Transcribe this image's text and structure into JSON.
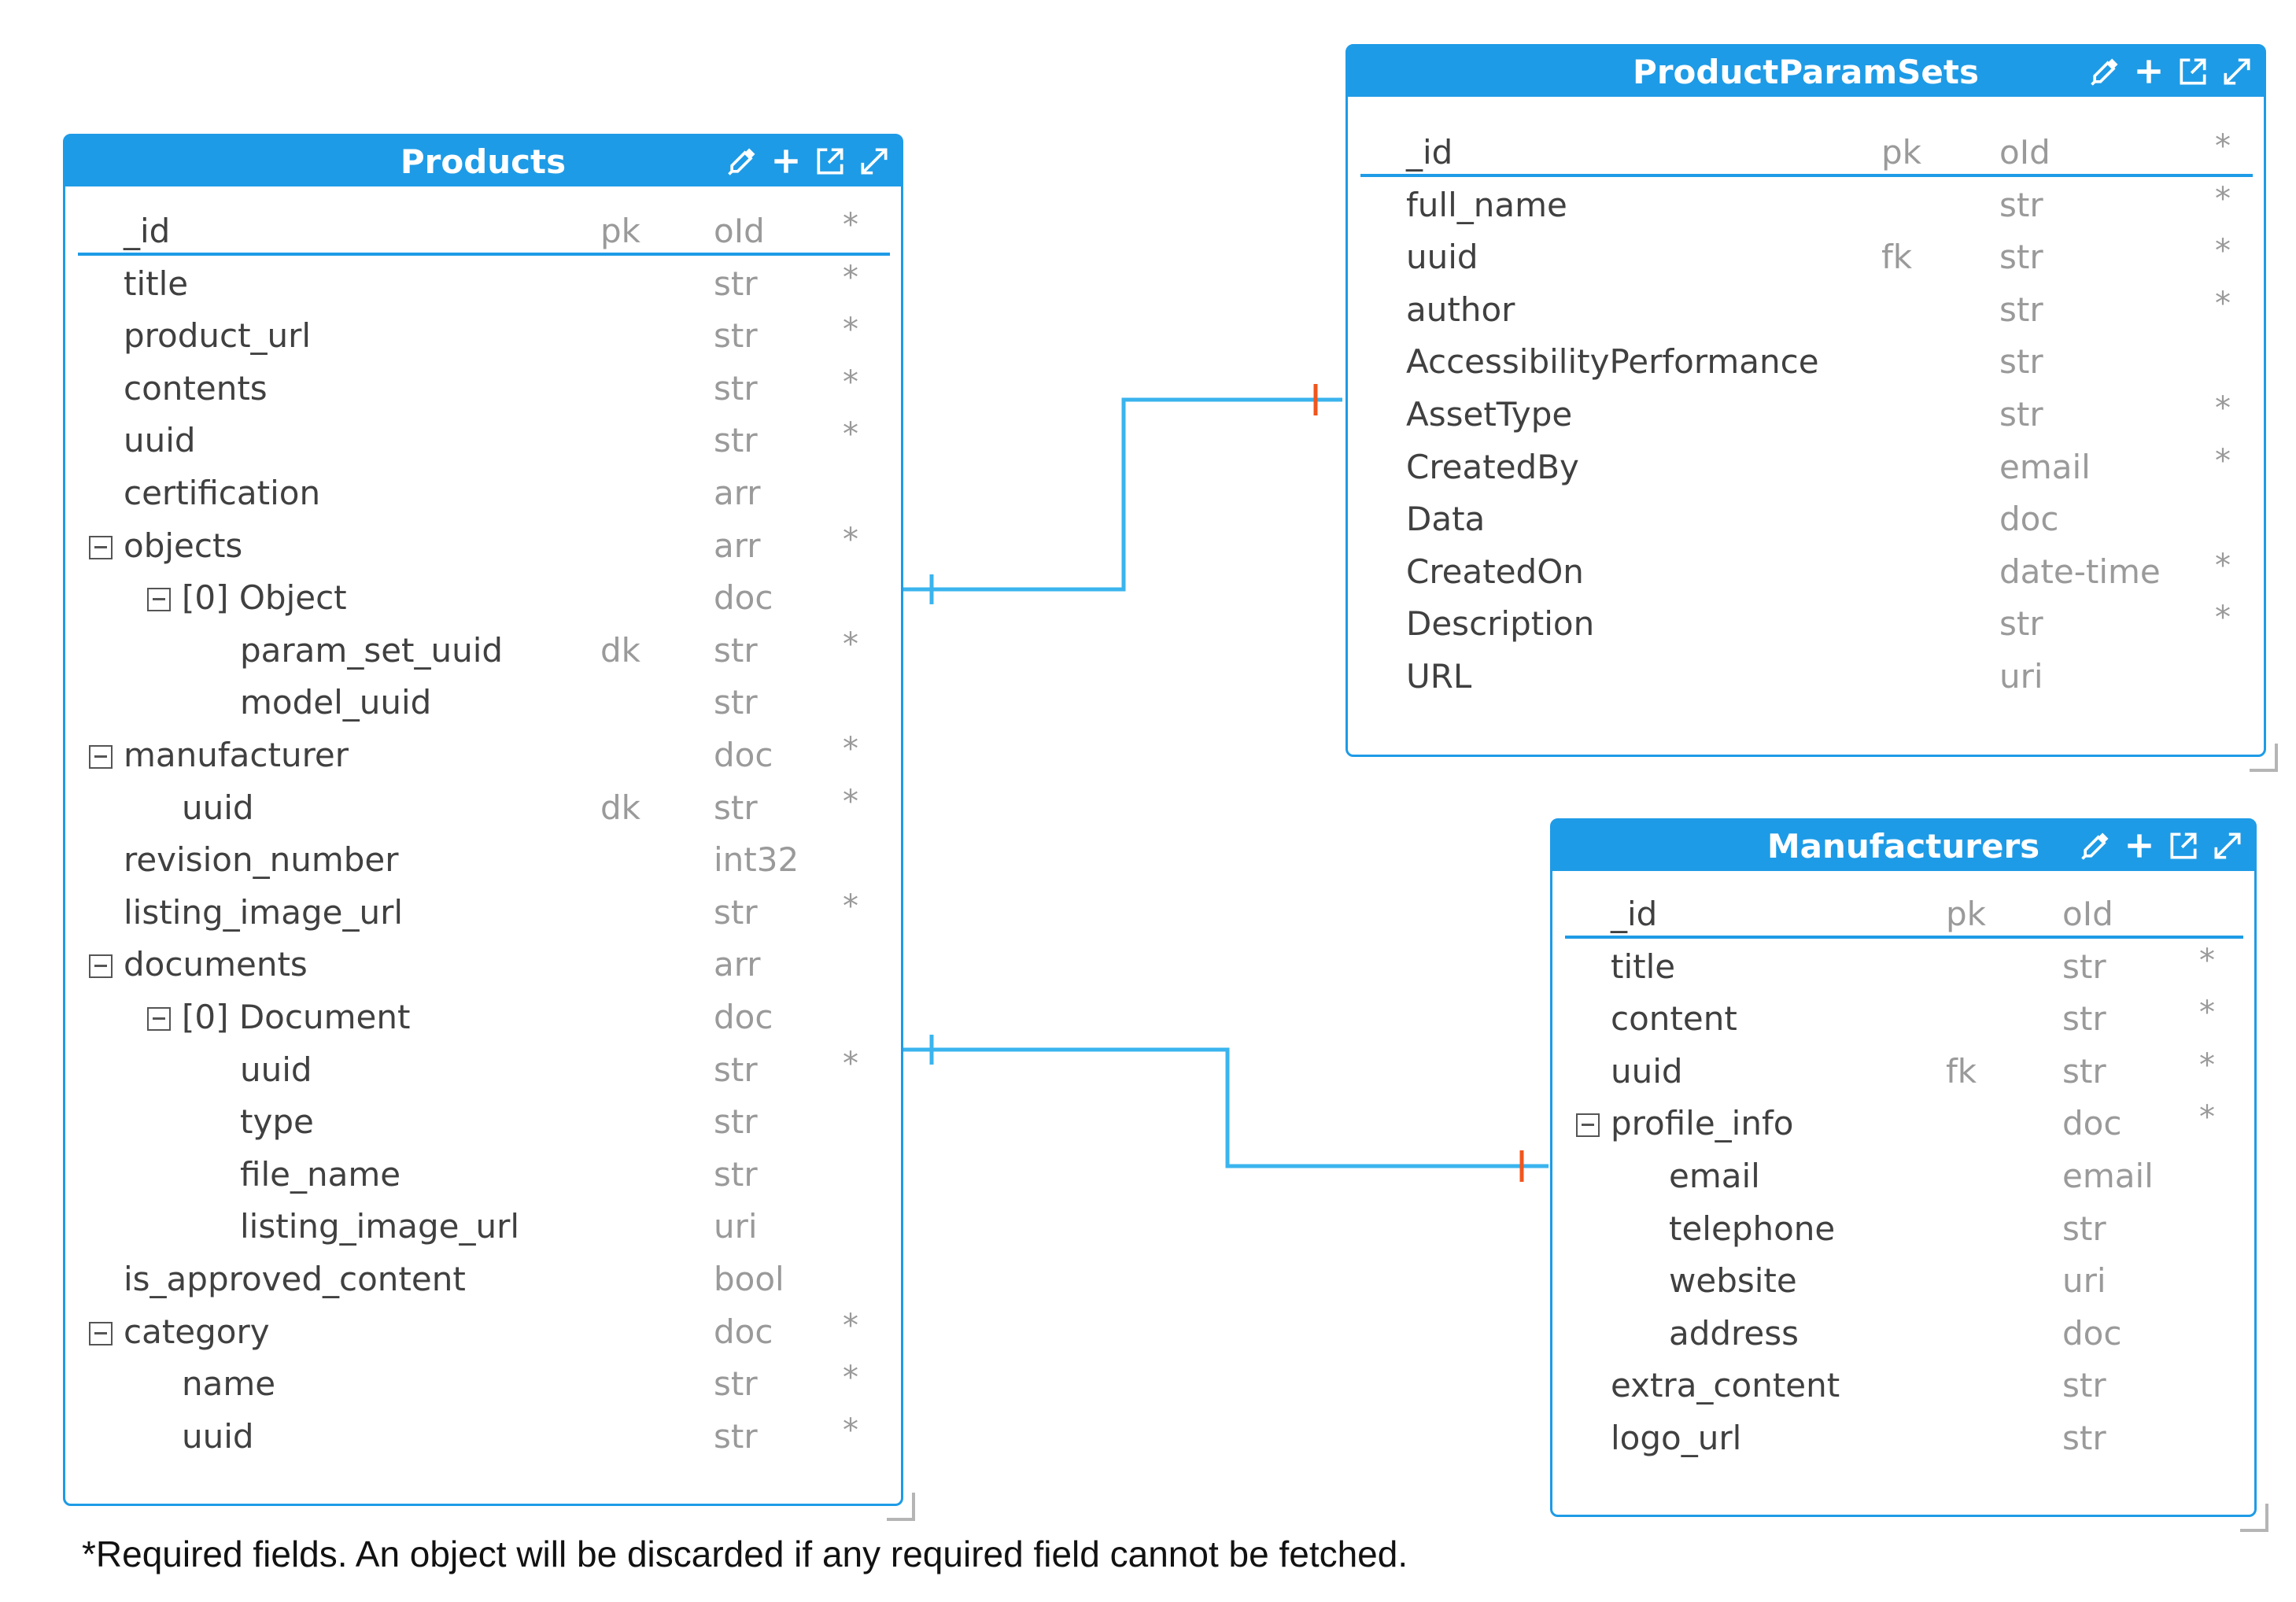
{
  "tables": [
    {
      "name": "Products",
      "fields": [
        {
          "name": "_id",
          "key": "pk",
          "type": "oId",
          "required": true,
          "level": 0
        },
        {
          "name": "title",
          "key": "",
          "type": "str",
          "required": true,
          "level": 0
        },
        {
          "name": "product_url",
          "key": "",
          "type": "str",
          "required": true,
          "level": 0
        },
        {
          "name": "contents",
          "key": "",
          "type": "str",
          "required": true,
          "level": 0
        },
        {
          "name": "uuid",
          "key": "",
          "type": "str",
          "required": true,
          "level": 0
        },
        {
          "name": "certification",
          "key": "",
          "type": "arr",
          "required": false,
          "level": 0
        },
        {
          "name": "objects",
          "key": "",
          "type": "arr",
          "required": true,
          "level": 0,
          "collapsible": true
        },
        {
          "name": "[0] Object",
          "key": "",
          "type": "doc",
          "required": false,
          "level": 1,
          "collapsible": true
        },
        {
          "name": "param_set_uuid",
          "key": "dk",
          "type": "str",
          "required": true,
          "level": 2
        },
        {
          "name": "model_uuid",
          "key": "",
          "type": "str",
          "required": false,
          "level": 2
        },
        {
          "name": "manufacturer",
          "key": "",
          "type": "doc",
          "required": true,
          "level": 0,
          "collapsible": true
        },
        {
          "name": "uuid",
          "key": "dk",
          "type": "str",
          "required": true,
          "level": 1
        },
        {
          "name": "revision_number",
          "key": "",
          "type": "int32",
          "required": false,
          "level": 0
        },
        {
          "name": "listing_image_url",
          "key": "",
          "type": "str",
          "required": true,
          "level": 0
        },
        {
          "name": "documents",
          "key": "",
          "type": "arr",
          "required": false,
          "level": 0,
          "collapsible": true
        },
        {
          "name": "[0] Document",
          "key": "",
          "type": "doc",
          "required": false,
          "level": 1,
          "collapsible": true
        },
        {
          "name": "uuid",
          "key": "",
          "type": "str",
          "required": true,
          "level": 2
        },
        {
          "name": "type",
          "key": "",
          "type": "str",
          "required": false,
          "level": 2
        },
        {
          "name": "file_name",
          "key": "",
          "type": "str",
          "required": false,
          "level": 2
        },
        {
          "name": "listing_image_url",
          "key": "",
          "type": "uri",
          "required": false,
          "level": 2
        },
        {
          "name": "is_approved_content",
          "key": "",
          "type": "bool",
          "required": false,
          "level": 0
        },
        {
          "name": "category",
          "key": "",
          "type": "doc",
          "required": true,
          "level": 0,
          "collapsible": true
        },
        {
          "name": "name",
          "key": "",
          "type": "str",
          "required": true,
          "level": 1
        },
        {
          "name": "uuid",
          "key": "",
          "type": "str",
          "required": true,
          "level": 1
        }
      ]
    },
    {
      "name": "ProductParamSets",
      "fields": [
        {
          "name": "_id",
          "key": "pk",
          "type": "oId",
          "required": true,
          "level": 0
        },
        {
          "name": "full_name",
          "key": "",
          "type": "str",
          "required": true,
          "level": 0
        },
        {
          "name": "uuid",
          "key": "fk",
          "type": "str",
          "required": true,
          "level": 0
        },
        {
          "name": "author",
          "key": "",
          "type": "str",
          "required": true,
          "level": 0
        },
        {
          "name": "AccessibilityPerformance",
          "key": "",
          "type": "str",
          "required": false,
          "level": 0
        },
        {
          "name": "AssetType",
          "key": "",
          "type": "str",
          "required": true,
          "level": 0
        },
        {
          "name": "CreatedBy",
          "key": "",
          "type": "email",
          "required": true,
          "level": 0
        },
        {
          "name": "Data",
          "key": "",
          "type": "doc",
          "required": false,
          "level": 0
        },
        {
          "name": "CreatedOn",
          "key": "",
          "type": "date-time",
          "required": true,
          "level": 0
        },
        {
          "name": "Description",
          "key": "",
          "type": "str",
          "required": true,
          "level": 0
        },
        {
          "name": "URL",
          "key": "",
          "type": "uri",
          "required": false,
          "level": 0
        }
      ]
    },
    {
      "name": "Manufacturers",
      "fields": [
        {
          "name": "_id",
          "key": "pk",
          "type": "oId",
          "required": false,
          "level": 0
        },
        {
          "name": "title",
          "key": "",
          "type": "str",
          "required": true,
          "level": 0
        },
        {
          "name": "content",
          "key": "",
          "type": "str",
          "required": true,
          "level": 0
        },
        {
          "name": "uuid",
          "key": "fk",
          "type": "str",
          "required": true,
          "level": 0
        },
        {
          "name": "profile_info",
          "key": "",
          "type": "doc",
          "required": true,
          "level": 0,
          "collapsible": true
        },
        {
          "name": "email",
          "key": "",
          "type": "email",
          "required": false,
          "level": 1
        },
        {
          "name": "telephone",
          "key": "",
          "type": "str",
          "required": false,
          "level": 1
        },
        {
          "name": "website",
          "key": "",
          "type": "uri",
          "required": false,
          "level": 1
        },
        {
          "name": "address",
          "key": "",
          "type": "doc",
          "required": false,
          "level": 1
        },
        {
          "name": "extra_content",
          "key": "",
          "type": "str",
          "required": false,
          "level": 0
        },
        {
          "name": "logo_url",
          "key": "",
          "type": "str",
          "required": false,
          "level": 0
        }
      ]
    }
  ],
  "required_marker": "*",
  "toolbar_icons": [
    "eyedropper-icon",
    "plus-icon",
    "open-external-icon",
    "expand-icon"
  ],
  "relationships": [
    {
      "from_table": "Products",
      "from_field": "objects",
      "to_table": "ProductParamSets",
      "to_field": "uuid"
    },
    {
      "from_table": "Products",
      "from_field": "documents",
      "to_table": "Manufacturers",
      "to_field": "uuid"
    }
  ],
  "colors": {
    "accent": "#1e9be6",
    "connector": "#3ab4ee",
    "fk_marker": "#f0561d",
    "muted": "#9a9a9a",
    "text": "#404040"
  },
  "footnote": "*Required fields. An object will be discarded if any required field cannot be fetched."
}
